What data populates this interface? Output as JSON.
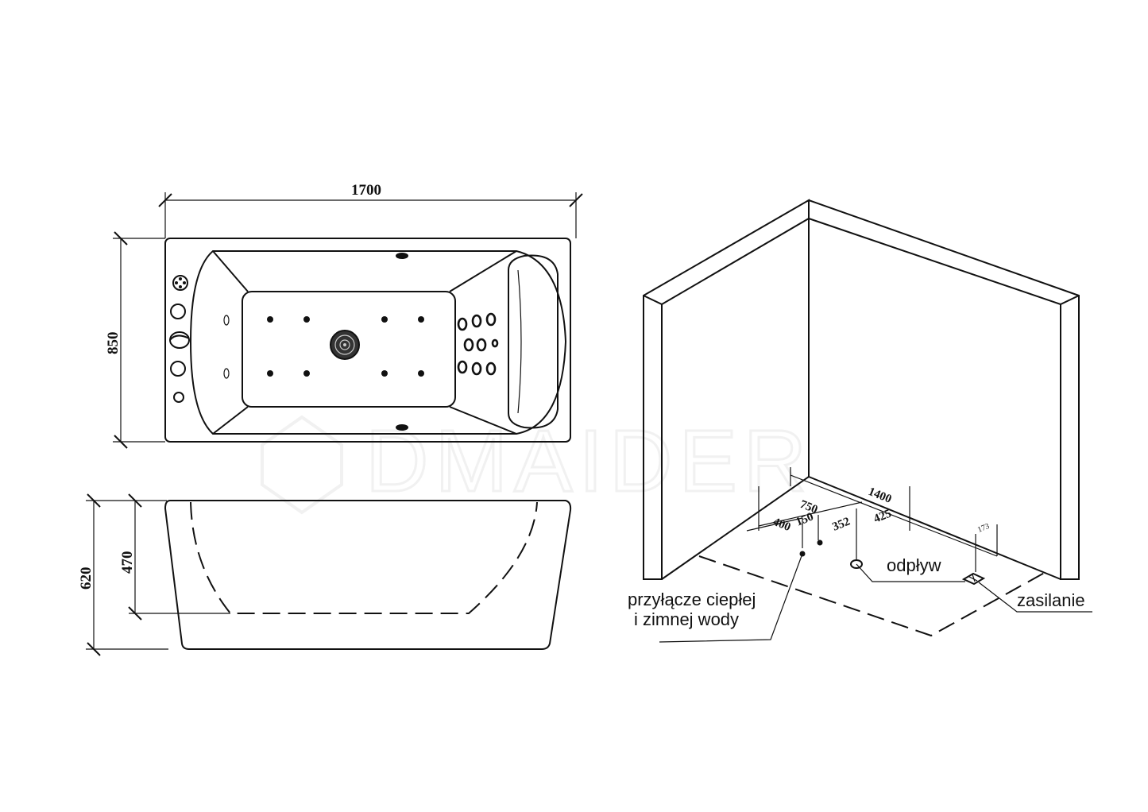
{
  "watermark": "DMAIDER",
  "top_view": {
    "length": "1700",
    "width": "850"
  },
  "side_view": {
    "height": "620",
    "depth": "470"
  },
  "install_view": {
    "dims": {
      "d1400": "1400",
      "d750": "750",
      "d400": "400",
      "d150": "150",
      "d352": "352",
      "d425": "425",
      "d173": "173"
    },
    "labels": {
      "water_line1": "przyłącze ciepłej",
      "water_line2": "i zimnej wody",
      "drain": "odpływ",
      "power": "zasilanie"
    }
  }
}
